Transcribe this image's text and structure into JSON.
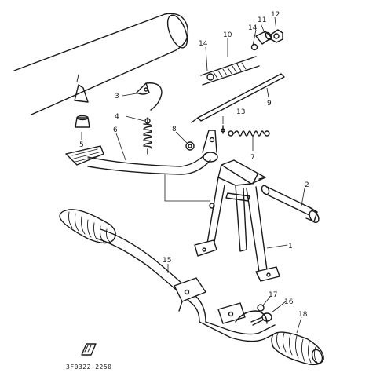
{
  "diagram": {
    "part_numbers": [
      "1",
      "2",
      "3",
      "4",
      "5",
      "6",
      "7",
      "8",
      "9",
      "10",
      "11",
      "12",
      "13",
      "14",
      "14",
      "15",
      "16",
      "17",
      "18"
    ],
    "diagram_code": "3F0322-2250"
  }
}
